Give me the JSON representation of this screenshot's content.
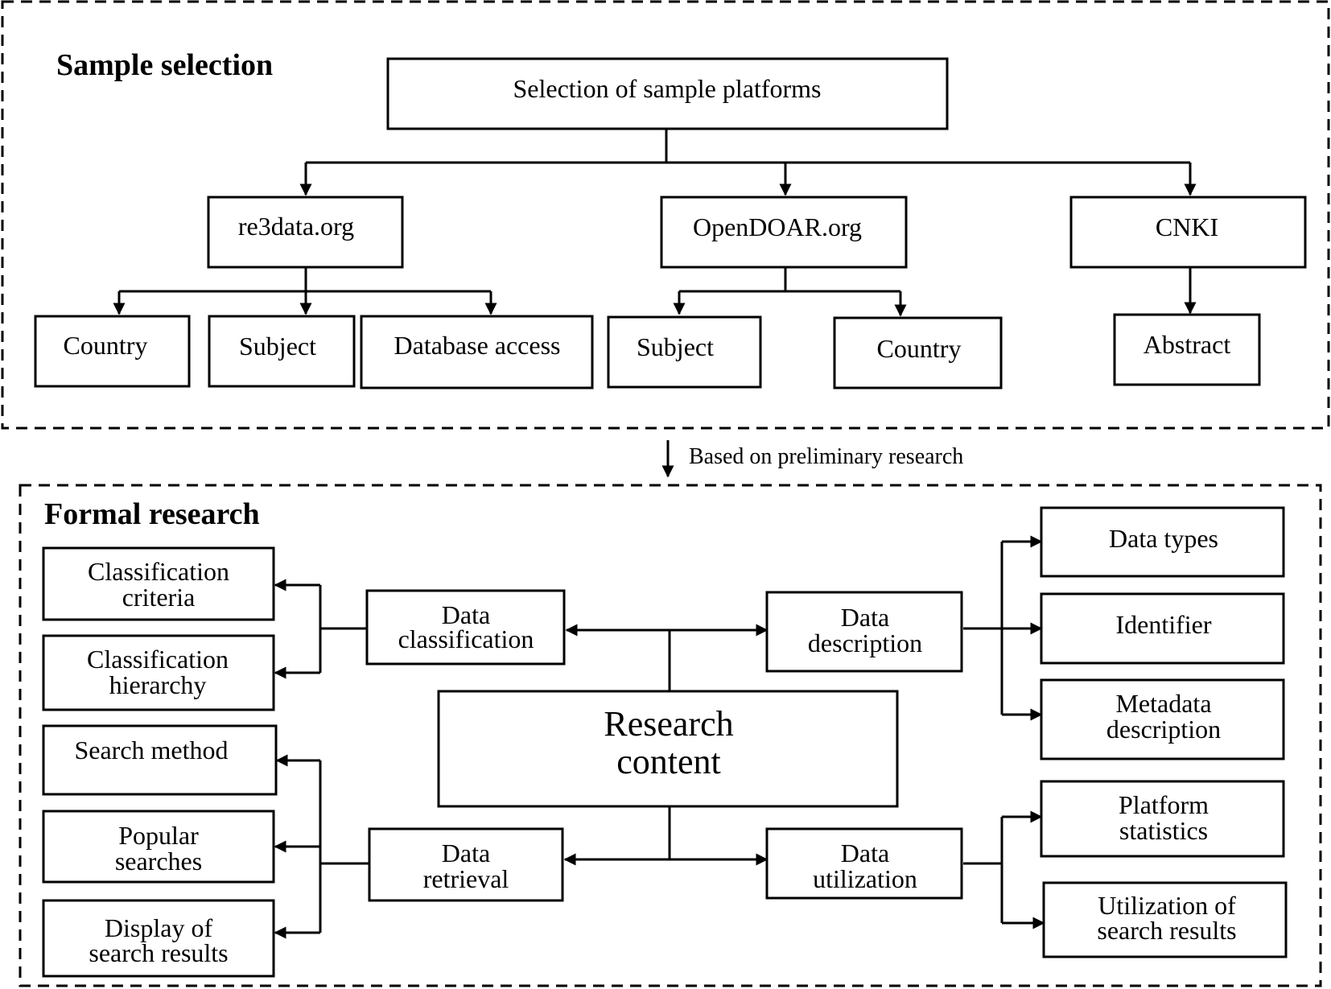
{
  "sample_selection": {
    "title": "Sample selection",
    "root": "Selection of sample platforms",
    "platforms": {
      "re3data": {
        "label": "re3data.org",
        "children": [
          "Country",
          "Subject",
          "Database access"
        ]
      },
      "opendoar": {
        "label": "OpenDOAR.org",
        "children": [
          "Subject",
          "Country"
        ]
      },
      "cnki": {
        "label": "CNKI",
        "children": [
          "Abstract"
        ]
      }
    }
  },
  "transition_label": "Based on preliminary research",
  "formal_research": {
    "title": "Formal research",
    "center": [
      "Research",
      "content"
    ],
    "classification": {
      "label": [
        "Data",
        "classification"
      ],
      "children": [
        [
          "Classification",
          "criteria"
        ],
        [
          "Classification",
          "hierarchy"
        ]
      ]
    },
    "description": {
      "label": [
        "Data",
        "description"
      ],
      "children": [
        [
          "Data types"
        ],
        [
          "Identifier"
        ],
        [
          "Metadata",
          "description"
        ]
      ]
    },
    "retrieval": {
      "label": [
        "Data",
        "retrieval"
      ],
      "children": [
        [
          "Search method"
        ],
        [
          "Popular",
          "searches"
        ],
        [
          "Display of",
          "search results"
        ]
      ]
    },
    "utilization": {
      "label": [
        "Data",
        "utilization"
      ],
      "children": [
        [
          "Platform",
          "statistics"
        ],
        [
          "Utilization of",
          "search results"
        ]
      ]
    }
  }
}
